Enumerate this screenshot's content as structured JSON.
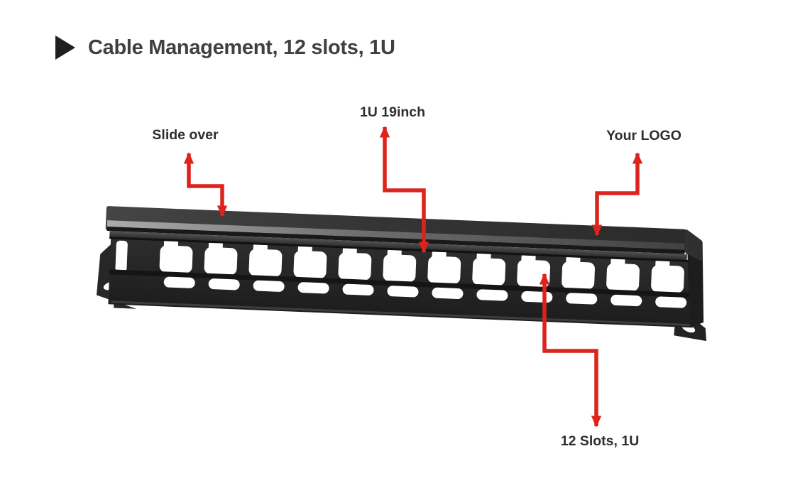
{
  "slide": {
    "title": "Cable Management, 12 slots, 1U"
  },
  "annotations": [
    {
      "id": "slide-over",
      "label": "Slide over"
    },
    {
      "id": "rack-size",
      "label": "1U 19inch"
    },
    {
      "id": "your-logo",
      "label": "Your LOGO"
    },
    {
      "id": "slot-count",
      "label": "12 Slots, 1U"
    }
  ],
  "product": {
    "alt": "Black 1U 19 inch rack cable management panel with slide-over cover and 12 slots",
    "slot_count": 12
  },
  "colors": {
    "background": "#ffffff",
    "accent_red": "#dc231c",
    "title_text": "#404040",
    "label_text": "#2e2e2e",
    "panel_dark": "#222222"
  }
}
